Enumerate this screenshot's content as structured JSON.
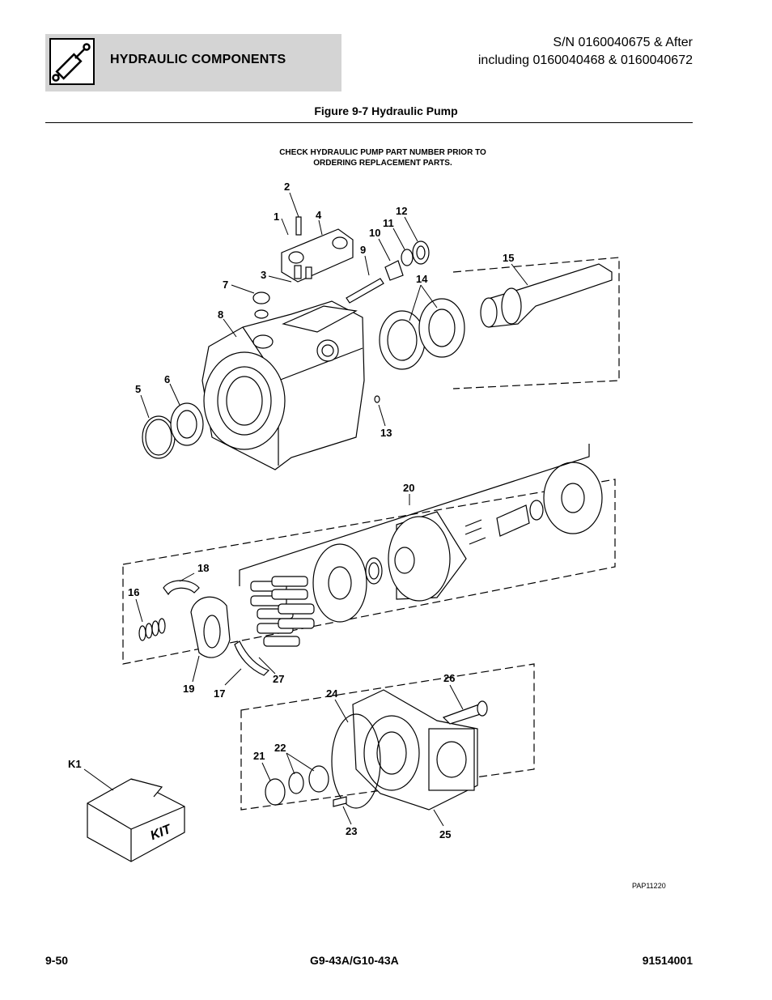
{
  "header": {
    "section_title": "HYDRAULIC COMPONENTS",
    "serial_line1": "S/N 0160040675 & After",
    "serial_line2": "including 0160040468 & 0160040672",
    "icon": "hydraulic-cylinder-icon"
  },
  "figure": {
    "title": "Figure 9-7 Hydraulic Pump",
    "note_line1": "CHECK HYDRAULIC PUMP PART NUMBER PRIOR TO",
    "note_line2": "ORDERING REPLACEMENT PARTS.",
    "drawing_id": "PAP11220",
    "kit_label": "KIT",
    "callouts": [
      "1",
      "2",
      "3",
      "4",
      "5",
      "6",
      "7",
      "8",
      "9",
      "10",
      "11",
      "12",
      "13",
      "14",
      "15",
      "16",
      "17",
      "18",
      "19",
      "20",
      "21",
      "22",
      "23",
      "24",
      "25",
      "26",
      "27",
      "K1"
    ]
  },
  "footer": {
    "page": "9-50",
    "model": "G9-43A/G10-43A",
    "doc_number": "91514001"
  }
}
